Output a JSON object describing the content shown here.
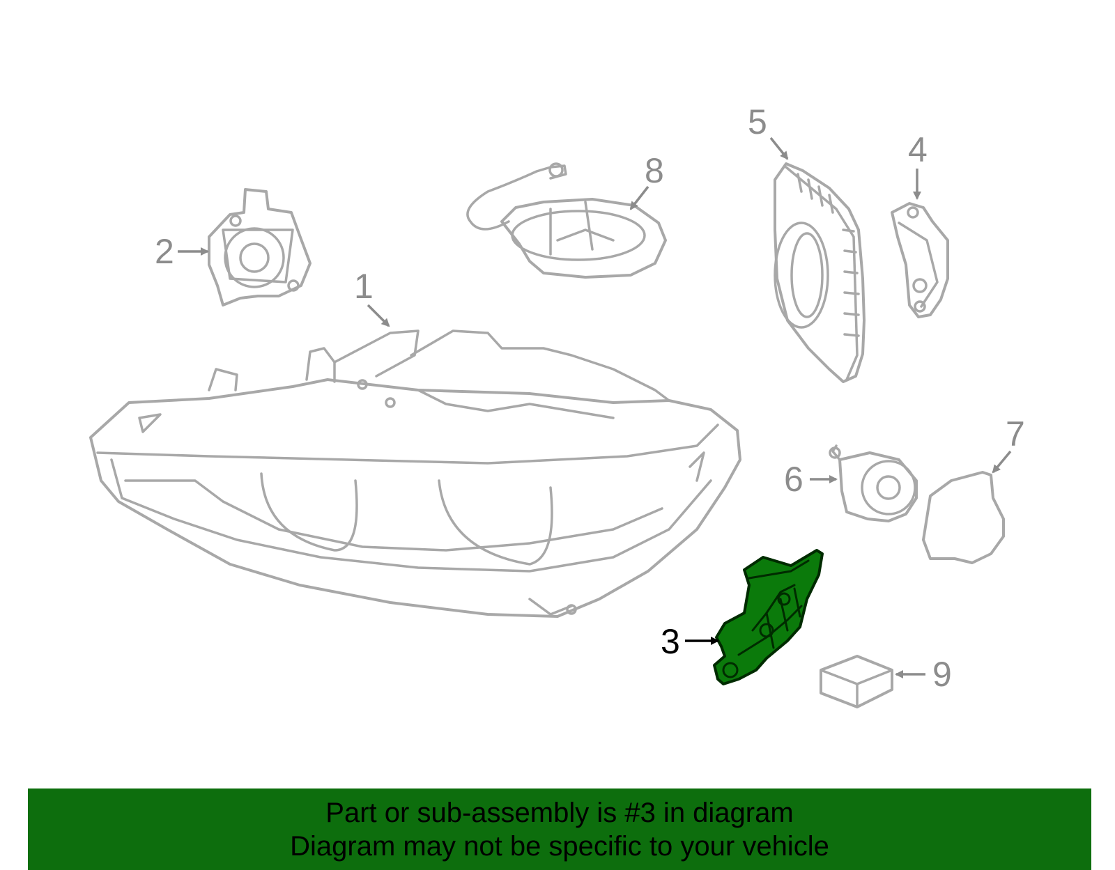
{
  "diagram": {
    "callouts": [
      {
        "num": "1",
        "highlighted": false
      },
      {
        "num": "2",
        "highlighted": false
      },
      {
        "num": "3",
        "highlighted": true
      },
      {
        "num": "4",
        "highlighted": false
      },
      {
        "num": "5",
        "highlighted": false
      },
      {
        "num": "6",
        "highlighted": false
      },
      {
        "num": "7",
        "highlighted": false
      },
      {
        "num": "8",
        "highlighted": false
      },
      {
        "num": "9",
        "highlighted": false
      }
    ],
    "colors": {
      "outline": "#a8a8a8",
      "highlight_fill": "#0b7a0b",
      "banner": "#0d6e0d"
    }
  },
  "banner": {
    "line1": "Part or sub-assembly is #3 in diagram",
    "line2": "Diagram may not be specific to your vehicle"
  }
}
